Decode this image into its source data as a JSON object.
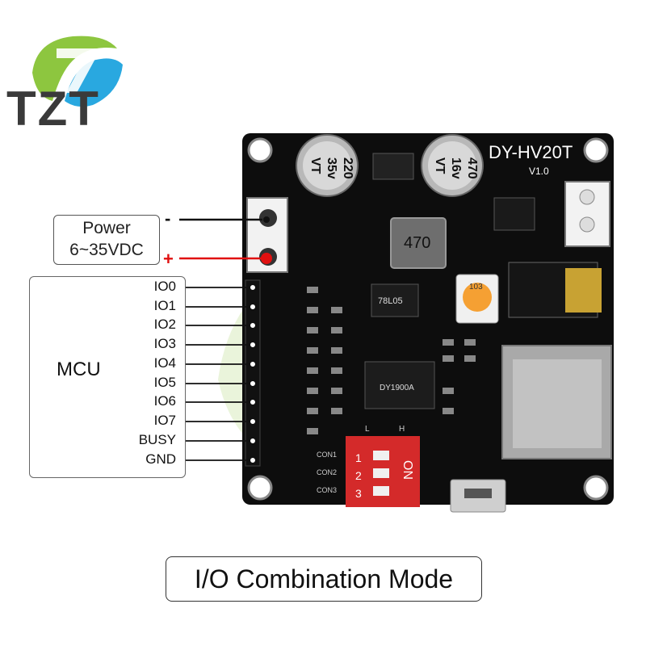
{
  "logo": {
    "text": "TZT",
    "colors": {
      "green": "#8dc63f",
      "blue": "#29a8e0",
      "dark": "#3a3a3a"
    }
  },
  "power": {
    "title": "Power",
    "range": "6~35VDC",
    "minus": "-",
    "plus": "+"
  },
  "mcu": {
    "label": "MCU",
    "pins": [
      "IO0",
      "IO1",
      "IO2",
      "IO3",
      "IO4",
      "IO5",
      "IO6",
      "IO7",
      "BUSY",
      "GND"
    ]
  },
  "board": {
    "model": "DY-HV20T",
    "version": "V1.0",
    "cap_left": {
      "value": "220",
      "voltage": "35v",
      "brand": "VT"
    },
    "cap_right": {
      "value": "470",
      "voltage": "16v",
      "brand": "VT"
    },
    "inductor": "470",
    "regulator": "78L05",
    "trimmer": "103",
    "chip": "DY1900A",
    "dip": {
      "on_label": "ON",
      "numbers": [
        "1",
        "2",
        "3"
      ],
      "con_labels": [
        "CON1",
        "CON2",
        "CON3"
      ],
      "l_label": "L",
      "h_label": "H"
    }
  },
  "mode": {
    "caption": "I/O Combination Mode"
  },
  "colors": {
    "board": "#0d0d0d",
    "wire": "#111111",
    "plus_wire": "#e01010",
    "dip": "#d42a2a"
  }
}
